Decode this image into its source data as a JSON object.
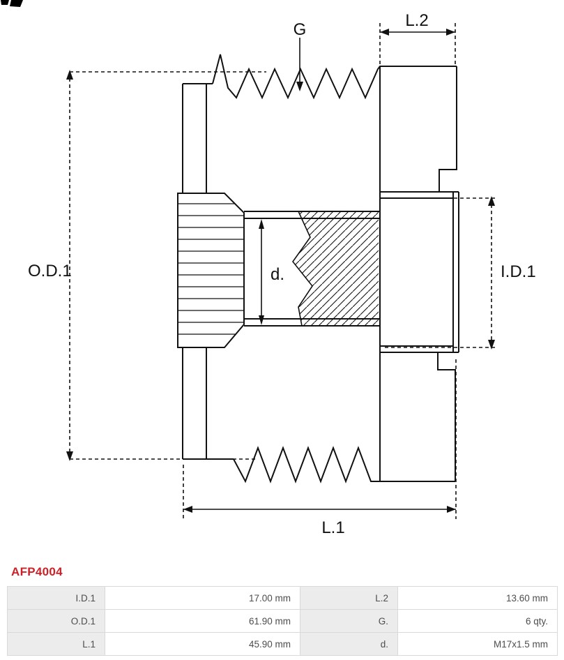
{
  "product_code": "AFP4004",
  "diagram": {
    "labels": {
      "g": "G",
      "l2": "L.2",
      "od1": "O.D.1",
      "d": "d.",
      "id1": "I.D.1",
      "l1": "L.1"
    }
  },
  "spec_table": {
    "rows": [
      {
        "k1": "I.D.1",
        "v1": "17.00 mm",
        "k2": "L.2",
        "v2": "13.60 mm"
      },
      {
        "k1": "O.D.1",
        "v1": "61.90 mm",
        "k2": "G.",
        "v2": "6 qty."
      },
      {
        "k1": "L.1",
        "v1": "45.90 mm",
        "k2": "d.",
        "v2": "M17x1.5 mm"
      }
    ]
  },
  "colors": {
    "accent_red": "#cc2128",
    "line": "#111111",
    "table_label_bg": "#ececec",
    "table_border": "#d9d9d9",
    "table_text": "#4d4d4d"
  }
}
